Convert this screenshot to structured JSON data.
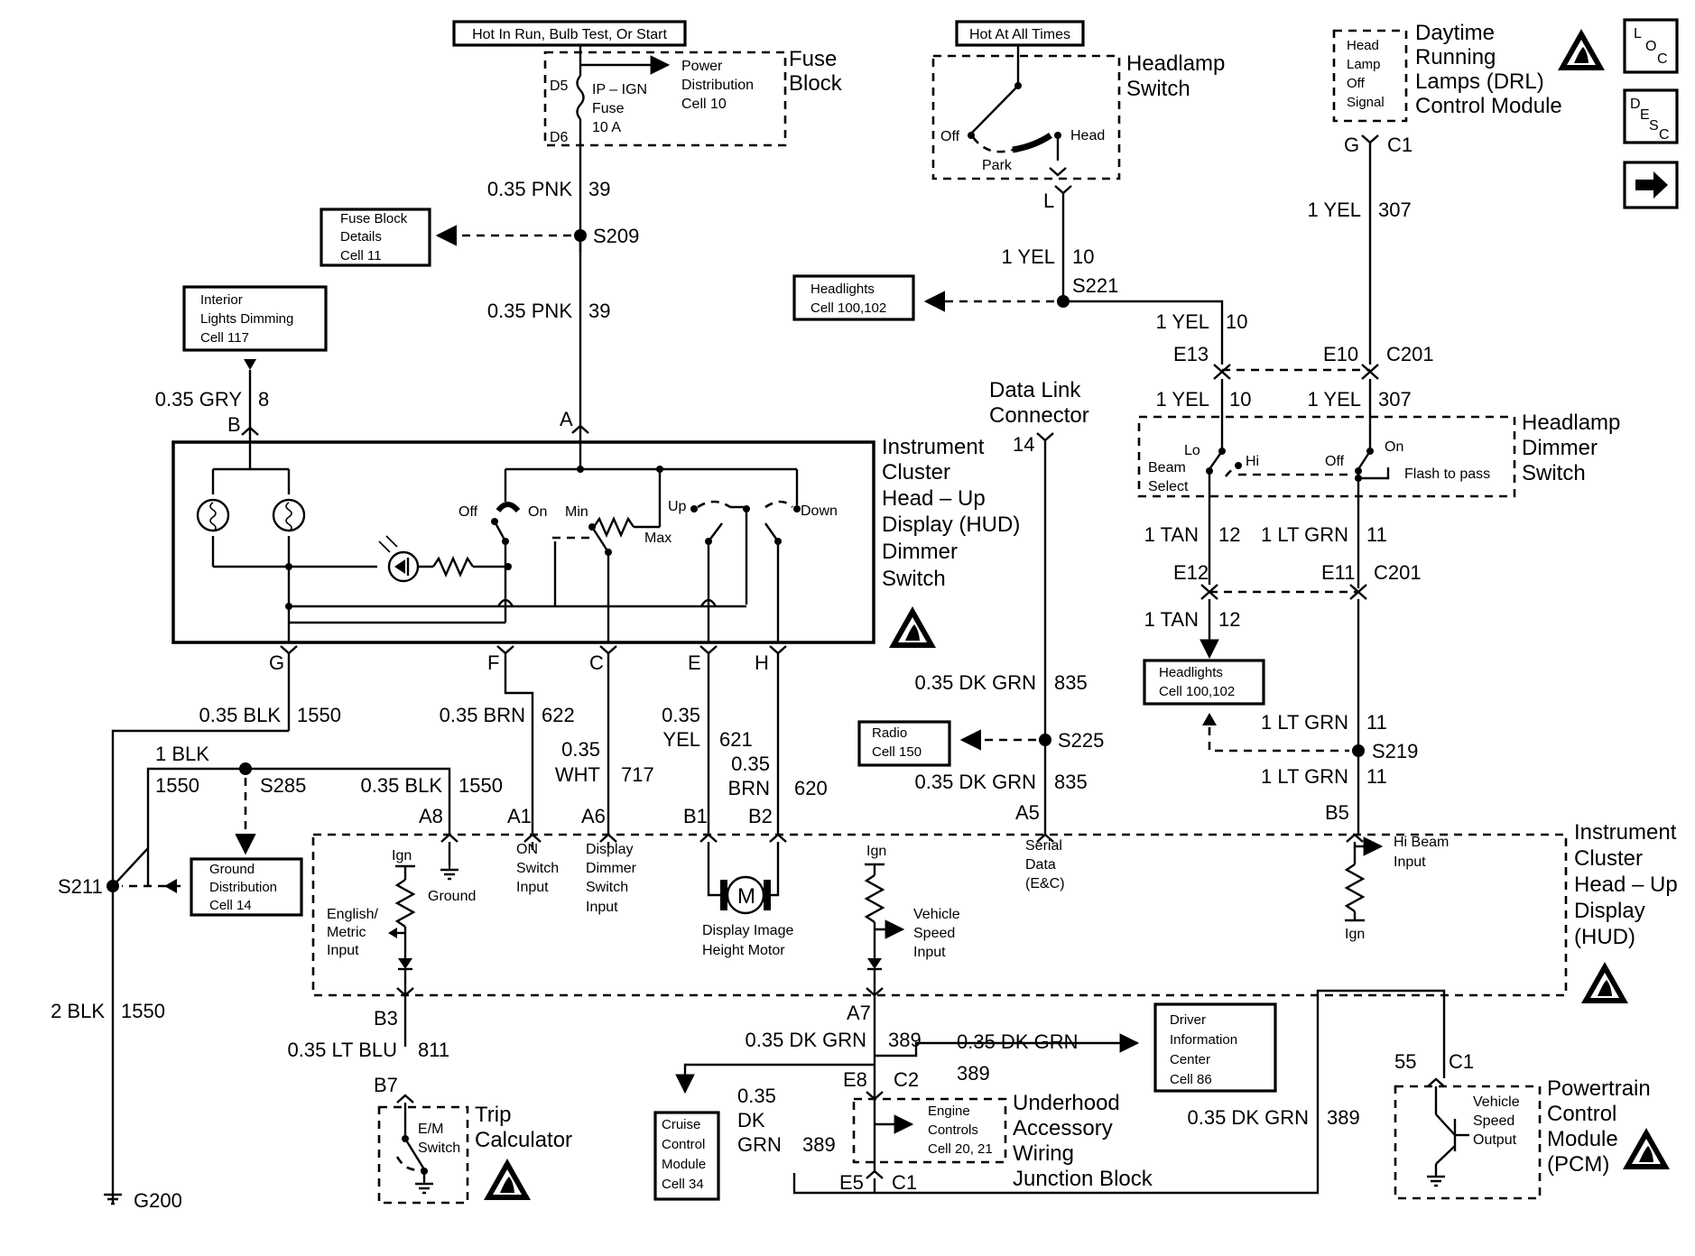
{
  "diagram": {
    "supply_labels": {
      "hot_run": "Hot In Run, Bulb Test, Or Start",
      "hot_always": "Hot At All Times"
    },
    "fuse_block": {
      "title": [
        "Fuse",
        "Block"
      ],
      "fuse": [
        "IP – IGN",
        "Fuse",
        "10 A"
      ],
      "pins": [
        "D5",
        "D6"
      ],
      "power_dist": [
        "Power",
        "Distribution",
        "Cell 10"
      ]
    },
    "headlamp_switch": {
      "title": [
        "Headlamp",
        "Switch"
      ],
      "positions": [
        "Off",
        "Park",
        "Head"
      ],
      "pin": "L"
    },
    "drl_module": {
      "title": [
        "Daytime",
        "Running",
        "Lamps (DRL)",
        "Control Module"
      ],
      "signal": [
        "Head",
        "Lamp",
        "Off",
        "Signal"
      ],
      "pins": [
        "G",
        "C1"
      ]
    },
    "icons": {
      "loc": [
        "L",
        "O",
        "C"
      ],
      "desc": [
        "D",
        "E",
        "S",
        "C"
      ],
      "next": "→"
    },
    "ref_boxes": {
      "fuse_details": [
        "Fuse Block",
        "Details",
        "Cell 11"
      ],
      "interior_dimming": [
        "Interior",
        "Lights Dimming",
        "Cell 117"
      ],
      "headlights_top": [
        "Headlights",
        "Cell 100,102"
      ],
      "headlights_mid": [
        "Headlights",
        "Cell 100,102"
      ],
      "radio": [
        "Radio",
        "Cell 150"
      ],
      "ground_dist": [
        "Ground",
        "Distribution",
        "Cell 14"
      ],
      "cruise": [
        "Cruise",
        "Control",
        "Module",
        "Cell 34"
      ],
      "dic": [
        "Driver",
        "Information",
        "Center",
        "Cell 86"
      ],
      "engine_controls": [
        "Engine",
        "Controls",
        "Cell 20, 21"
      ]
    },
    "wires": {
      "pnk_a": [
        "0.35 PNK",
        "39"
      ],
      "pnk_b": [
        "0.35 PNK",
        "39"
      ],
      "gry": [
        "0.35 GRY",
        "8"
      ],
      "yel10_a": [
        "1 YEL",
        "10"
      ],
      "yel10_b": [
        "1 YEL",
        "10"
      ],
      "yel10_c": [
        "1 YEL",
        "10"
      ],
      "yel307_a": [
        "1 YEL",
        "307"
      ],
      "yel307_b": [
        "1 YEL",
        "307"
      ],
      "tan_a": [
        "1 TAN",
        "12"
      ],
      "tan_b": [
        "1 TAN",
        "12"
      ],
      "ltgrn_a": [
        "1 LT GRN",
        "11"
      ],
      "ltgrn_b": [
        "1 LT GRN",
        "11"
      ],
      "ltgrn_c": [
        "1 LT GRN",
        "11"
      ],
      "blk_a": [
        "0.35 BLK",
        "1550"
      ],
      "blk_1": [
        "1 BLK",
        "1550"
      ],
      "blk_b": [
        "0.35 BLK",
        "1550"
      ],
      "blk_2": [
        "2 BLK",
        "1550"
      ],
      "brn622": [
        "0.35 BRN",
        "622"
      ],
      "wht717": [
        "0.35",
        "WHT",
        "717"
      ],
      "yel621": [
        "0.35",
        "YEL",
        "621"
      ],
      "brn620": [
        "0.35",
        "BRN",
        "620"
      ],
      "dlc": [
        "14"
      ],
      "dkgrn_a": [
        "0.35 DK GRN",
        "835"
      ],
      "dkgrn_b": [
        "0.35 DK GRN",
        "835"
      ],
      "ltblu": [
        "0.35 LT BLU",
        "811"
      ],
      "dkgrn389_a": [
        "0.35 DK GRN",
        "389"
      ],
      "dkgrn389_b": [
        "0.35 DK GRN",
        "389"
      ],
      "dkgrn389_c": [
        "0.35",
        "DK",
        "GRN",
        "389"
      ],
      "dkgrn389_d": [
        "0.35 DK GRN",
        "389"
      ]
    },
    "splices": [
      "S209",
      "S221",
      "S285",
      "S211",
      "S225",
      "S219"
    ],
    "connectors": {
      "hud_top": [
        "B",
        "A"
      ],
      "hud_bottom": [
        "G",
        "F",
        "C",
        "E",
        "H"
      ],
      "c201_top": [
        "E13",
        "E10",
        "C201"
      ],
      "c201_bot": [
        "E12",
        "E11",
        "C201"
      ],
      "cluster": [
        "A8",
        "A1",
        "A6",
        "B1",
        "B2",
        "A5",
        "B5",
        "B3",
        "A7",
        "B7"
      ],
      "uajb": [
        "E8",
        "C2",
        "E5",
        "C1"
      ],
      "pcm": [
        "55",
        "C1"
      ]
    },
    "hud_switch": {
      "title": [
        "Instrument",
        "Cluster",
        "Head – Up",
        "Display (HUD)",
        "Dimmer",
        "Switch"
      ],
      "labels": {
        "off": "Off",
        "on": "On",
        "min": "Min",
        "max": "Max",
        "up": "Up",
        "down": "Down"
      }
    },
    "data_link": [
      "Data Link",
      "Connector"
    ],
    "dimmer_switch": {
      "title": [
        "Headlamp",
        "Dimmer",
        "Switch"
      ],
      "labels": {
        "lo": "Lo",
        "hi": "Hi",
        "beam": [
          "Beam",
          "Select"
        ],
        "off": "Off",
        "on": "On",
        "flash": "Flash to pass"
      }
    },
    "cluster": {
      "title": [
        "Instrument",
        "Cluster",
        "Head – Up",
        "Display",
        "(HUD)"
      ],
      "english": [
        "English/",
        "Metric",
        "Input"
      ],
      "ign": "Ign",
      "ground": "Ground",
      "on_switch": [
        "ON",
        "Switch",
        "Input"
      ],
      "display_dimmer": [
        "Display",
        "Dimmer",
        "Switch",
        "Input"
      ],
      "motor": "M",
      "motor_label": [
        "Display Image",
        "Height Motor"
      ],
      "serial": [
        "Serial",
        "Data",
        "(E&C)"
      ],
      "vss": [
        "Vehicle",
        "Speed",
        "Input"
      ],
      "hibeam": [
        "Hi Beam",
        "Input"
      ]
    },
    "trip": {
      "title": [
        "Trip",
        "Calculator"
      ],
      "switch": [
        "E/M",
        "Switch"
      ]
    },
    "uajb": {
      "title": [
        "Underhood",
        "Accessory",
        "Wiring",
        "Junction Block"
      ]
    },
    "pcm": {
      "title": [
        "Powertrain",
        "Control",
        "Module",
        "(PCM)"
      ],
      "vso": [
        "Vehicle",
        "Speed",
        "Output"
      ]
    },
    "ground_point": "G200"
  }
}
